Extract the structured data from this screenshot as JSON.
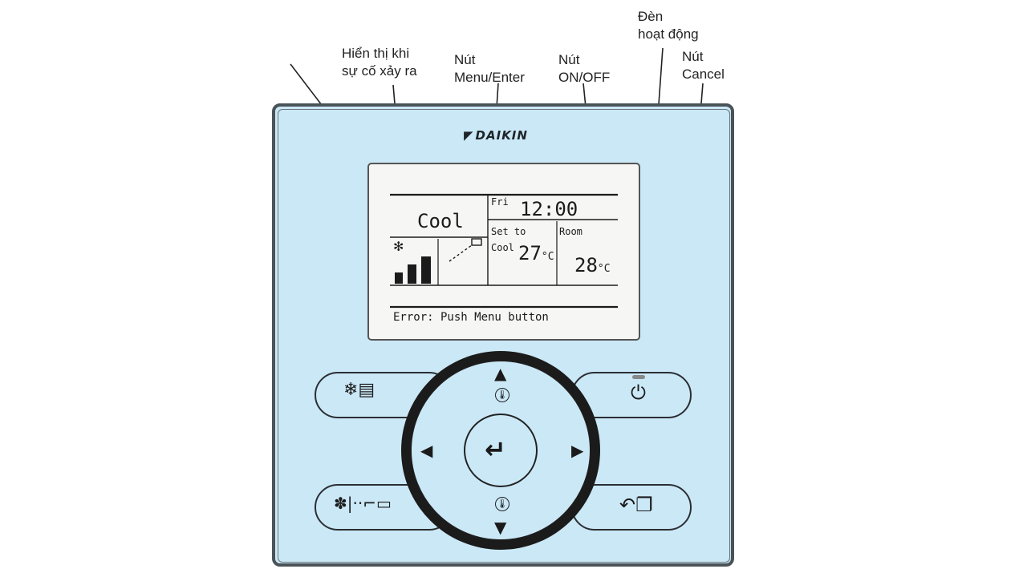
{
  "callouts": {
    "error_display": [
      "Hiển thị khi",
      "sự cố xảy ra"
    ],
    "menu_enter": [
      "Nút",
      "Menu/Enter"
    ],
    "on_off": [
      "Nút",
      "ON/OFF"
    ],
    "operation_lamp": [
      "Đèn",
      "hoạt động"
    ],
    "cancel": [
      "Nút",
      "Cancel"
    ]
  },
  "brand": {
    "name": "DAIKIN"
  },
  "screen": {
    "mode": "Cool",
    "day": "Fri",
    "time": "12:00",
    "set_to_label": "Set to",
    "set_to_mode": "Cool",
    "set_temp": "27",
    "room_label": "Room",
    "room_temp": "28",
    "unit": "°C",
    "error_message": "Error: Push Menu button"
  },
  "colors": {
    "panel": "#cbe8f7",
    "border": "#4a5358",
    "screen": "#f6f6f4"
  },
  "icons": {
    "mode_button": "snowflake-sun-louver-icon",
    "fan_button": "fan-airflow-icon",
    "on_off": "power-icon",
    "cancel": "back-arrow-screens-icon",
    "enter": "return-arrow-icon",
    "up": "triangle-up-icon",
    "down": "triangle-down-icon",
    "left": "triangle-left-icon",
    "right": "triangle-right-icon",
    "temp": "thermometer-icon"
  }
}
